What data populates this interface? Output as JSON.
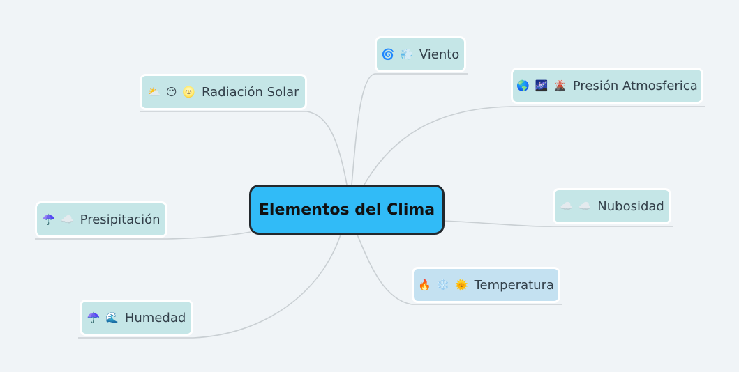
{
  "central": {
    "label": "Elementos del Clima",
    "color": "#31bbf7"
  },
  "branches": {
    "viento": {
      "icons": [
        "🌀",
        "💨"
      ],
      "label": "Viento"
    },
    "radiacion": {
      "icons": [
        "⛅",
        "😶",
        "🌝"
      ],
      "label": "Radiación Solar"
    },
    "presion": {
      "icons": [
        "🌎",
        "🌌",
        "🌋"
      ],
      "label": "Presión Atmosferica"
    },
    "presipitacion": {
      "icons": [
        "☂️",
        "☁️"
      ],
      "label": "Presipitación"
    },
    "nubosidad": {
      "icons": [
        "☁️",
        "☁️"
      ],
      "label": "Nubosidad"
    },
    "temperatura": {
      "icons": [
        "🔥",
        "❄️",
        "🌞"
      ],
      "label": "Temperatura"
    },
    "humedad": {
      "icons": [
        "☂️",
        "🌊"
      ],
      "label": "Humedad"
    }
  },
  "colors": {
    "background": "#f0f4f7",
    "node_fill": "#c5e6e7",
    "node_fill_alt": "#c4e1f1",
    "connector": "#c9cfd3",
    "central_border": "#23282d"
  }
}
